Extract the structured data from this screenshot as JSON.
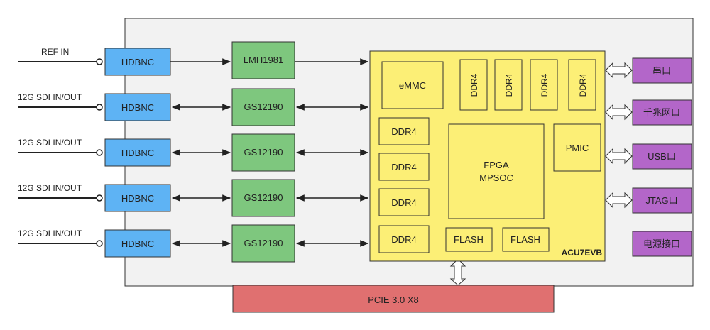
{
  "inputs": [
    {
      "label": "REF IN",
      "connector": "HDBNC",
      "chip": "LMH1981"
    },
    {
      "label": "12G SDI IN/OUT",
      "connector": "HDBNC",
      "chip": "GS12190"
    },
    {
      "label": "12G SDI IN/OUT",
      "connector": "HDBNC",
      "chip": "GS12190"
    },
    {
      "label": "12G SDI IN/OUT",
      "connector": "HDBNC",
      "chip": "GS12190"
    },
    {
      "label": "12G SDI IN/OUT",
      "connector": "HDBNC",
      "chip": "GS12190"
    }
  ],
  "module": {
    "name": "ACU7EVB",
    "emmc": "eMMC",
    "ddr_top": [
      "DDR4",
      "DDR4",
      "DDR4",
      "DDR4"
    ],
    "ddr_left": [
      "DDR4",
      "DDR4",
      "DDR4",
      "DDR4"
    ],
    "fpga_line1": "FPGA",
    "fpga_line2": "MPSOC",
    "pmic": "PMIC",
    "flash": [
      "FLASH",
      "FLASH"
    ]
  },
  "ports": [
    "串口",
    "千兆网口",
    "USB口",
    "JTAG口",
    "电源接口"
  ],
  "pcie": "PCIE 3.0 X8",
  "colors": {
    "board": "#f2f2f2",
    "hdbnc": "#5eb3f4",
    "chip": "#7ec77e",
    "module": "#fcef76",
    "port": "#b366c9",
    "pcie": "#e07070"
  }
}
